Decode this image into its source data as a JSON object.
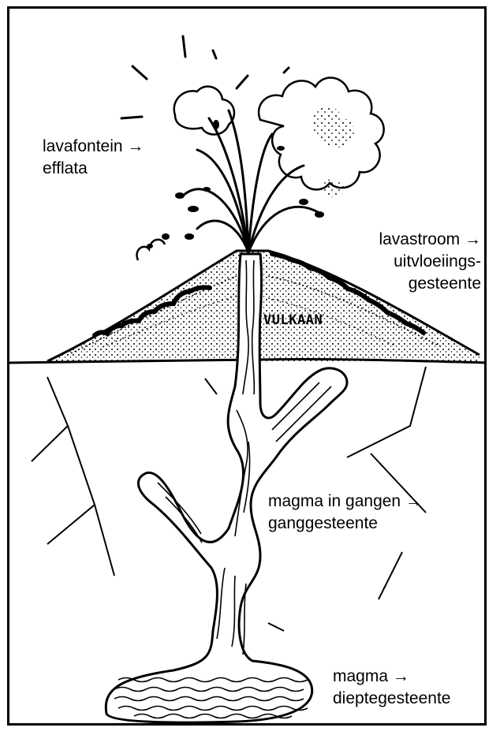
{
  "labels": {
    "lavafontein": {
      "line1": "lavafontein →",
      "line2": "efflata"
    },
    "lavastroom": {
      "line1": "lavastroom →",
      "line2": "uitvloeiings-",
      "line3": "gesteente"
    },
    "volcano": "VULKAAN",
    "gangen": {
      "line1": "magma in gangen →",
      "line2": "ganggesteente"
    },
    "magma": {
      "line1": "magma →",
      "line2": "dieptegesteente"
    }
  }
}
